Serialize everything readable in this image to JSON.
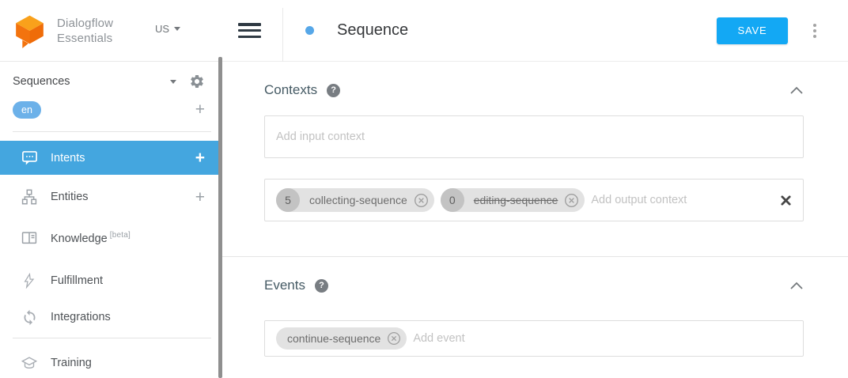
{
  "brand": {
    "name_line1": "Dialogflow",
    "name_line2": "Essentials",
    "region": "US"
  },
  "glyphs": {
    "help": "?",
    "plus": "+"
  },
  "sidebar": {
    "agent_selector": {
      "name": "Sequences"
    },
    "language": {
      "current": "en"
    },
    "items": [
      {
        "label": "Intents",
        "icon": "chat-bubble-icon",
        "selected": true,
        "has_add": true
      },
      {
        "label": "Entities",
        "icon": "hierarchy-icon",
        "selected": false,
        "has_add": true
      },
      {
        "label": "Knowledge",
        "icon": "book-icon",
        "badge": "[beta]"
      },
      {
        "label": "Fulfillment",
        "icon": "bolt-icon"
      },
      {
        "label": "Integrations",
        "icon": "sync-icon"
      },
      {
        "label": "Training",
        "icon": "graduation-cap-icon"
      }
    ]
  },
  "header": {
    "title": "Sequence",
    "save_label": "SAVE"
  },
  "contexts": {
    "title": "Contexts",
    "input_placeholder": "Add input context",
    "output_placeholder": "Add output context",
    "output_chips": [
      {
        "lifespan": "5",
        "label": "collecting-sequence",
        "expired": false
      },
      {
        "lifespan": "0",
        "label": "editing-sequence",
        "expired": true
      }
    ]
  },
  "events": {
    "title": "Events",
    "placeholder": "Add event",
    "chips": [
      {
        "label": "continue-sequence"
      }
    ]
  },
  "colors": {
    "accent_save_blue": "#13a8f4",
    "selected_nav_blue": "#44a6df",
    "language_pill_blue": "#6cb1e9",
    "status_dot_blue": "#56a7e8",
    "logo_orange_top": "#f9a11b",
    "logo_orange_body": "#f3730e",
    "chip_bg": "#e2e2e2",
    "chip_count_bg": "#c3c3c3"
  }
}
